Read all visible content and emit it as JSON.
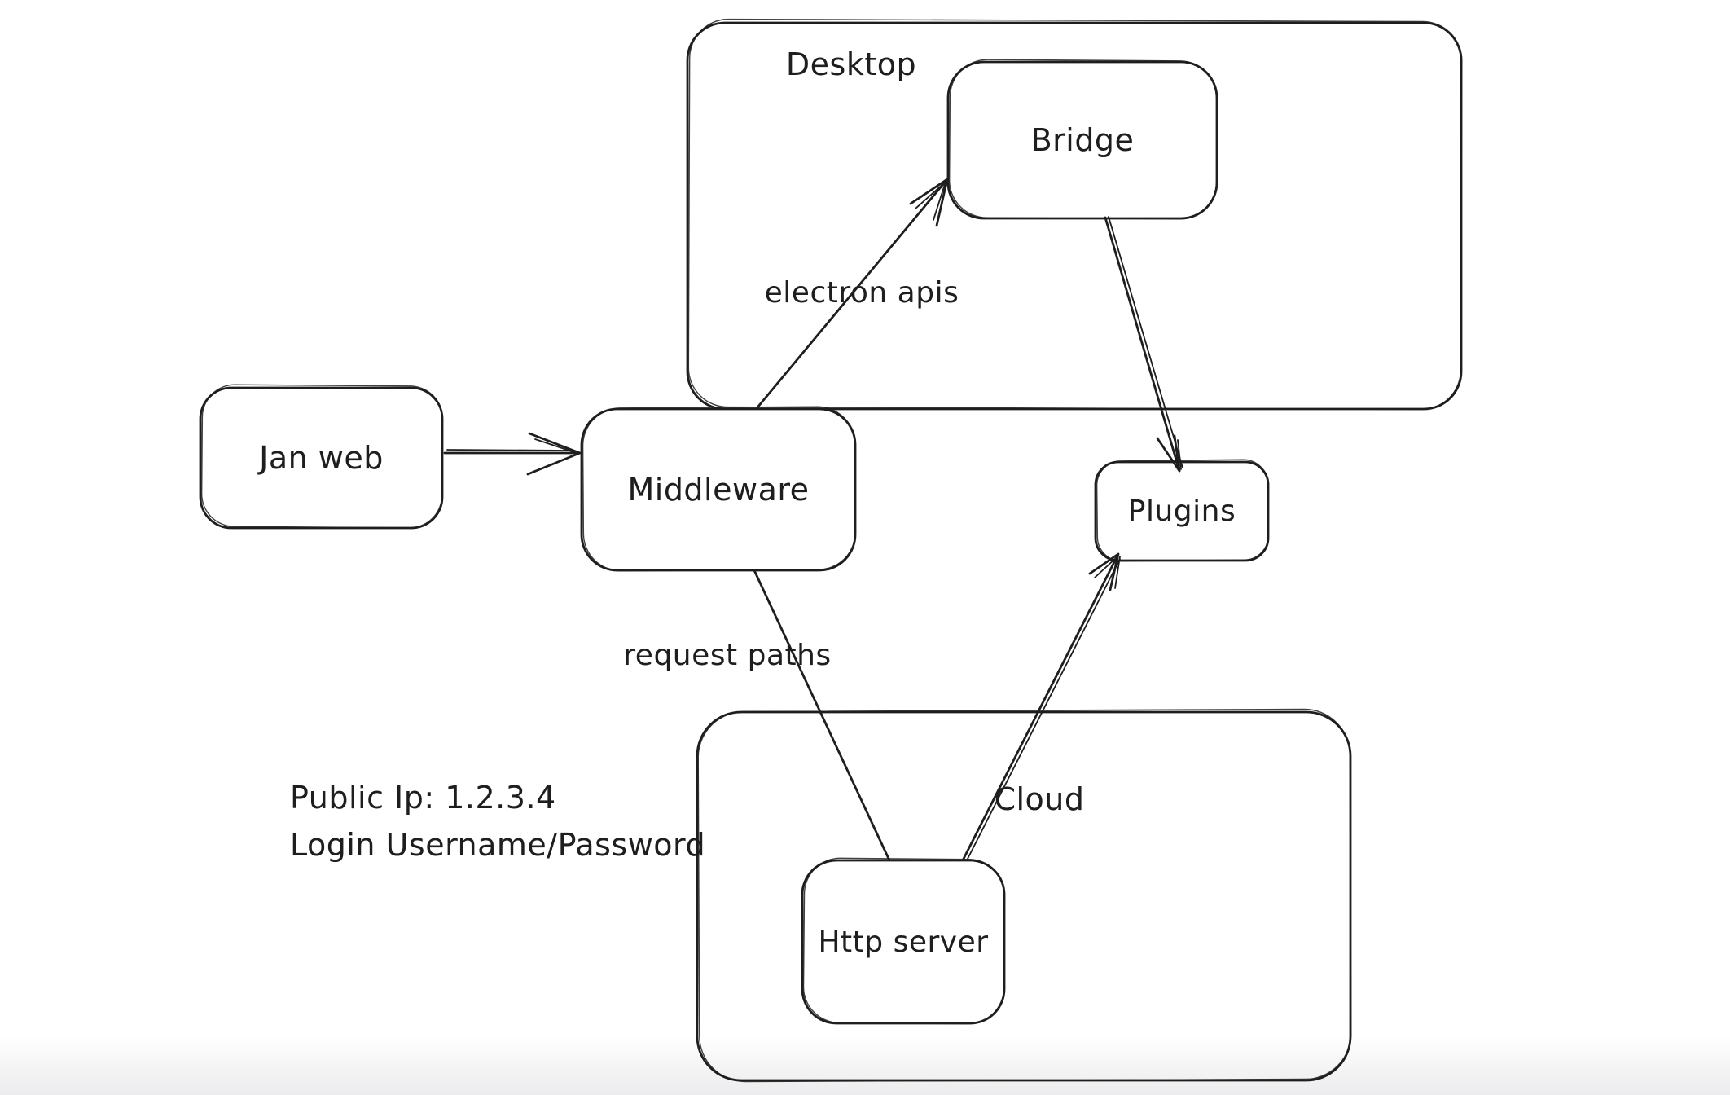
{
  "canvas": {
    "background": "#ffffff",
    "bottom_fade": "#ececee",
    "stroke_color": "#1e1e1e",
    "text_color": "#1e1e1e",
    "containers": [
      {
        "id": "desktop",
        "label": "Desktop",
        "contains": [
          "Bridge"
        ]
      },
      {
        "id": "cloud",
        "label": "Cloud",
        "contains": [
          "Http server"
        ]
      }
    ],
    "nodes": [
      {
        "id": "jan-web",
        "label": "Jan web"
      },
      {
        "id": "middleware",
        "label": "Middleware"
      },
      {
        "id": "bridge",
        "label": "Bridge"
      },
      {
        "id": "plugins",
        "label": "Plugins"
      },
      {
        "id": "http-server",
        "label": "Http server"
      }
    ],
    "edges": [
      {
        "id": "janweb-to-middleware",
        "from": "Jan web",
        "to": "Middleware",
        "label": ""
      },
      {
        "id": "middleware-to-bridge",
        "from": "Middleware",
        "to": "Bridge",
        "label": "electron apis"
      },
      {
        "id": "bridge-to-plugins",
        "from": "Bridge",
        "to": "Plugins",
        "label": ""
      },
      {
        "id": "middleware-to-httpserver",
        "from": "Middleware",
        "to": "Http server",
        "label": "request paths"
      },
      {
        "id": "httpserver-to-plugins",
        "from": "Http server",
        "to": "Plugins",
        "label": ""
      }
    ],
    "annotations": [
      {
        "label": "Public Ip: 1.2.3.4"
      },
      {
        "label": "Login Username/Password"
      }
    ]
  }
}
